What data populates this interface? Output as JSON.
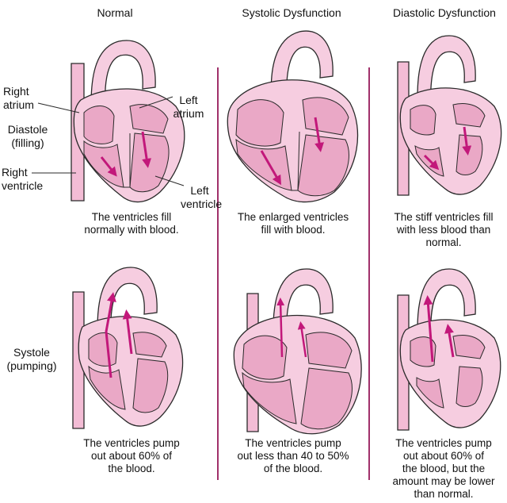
{
  "columns": {
    "normal": "Normal",
    "systolic": "Systolic Dysfunction",
    "diastolic": "Diastolic Dysfunction"
  },
  "rows": {
    "diastole": "Diastole\n(filling)",
    "systole": "Systole\n(pumping)"
  },
  "labels": {
    "right_atrium": "Right\natrium",
    "left_atrium": "Left\natrium",
    "right_ventricle": "Right\nventricle",
    "left_ventricle": "Left\nventricle"
  },
  "captions": {
    "normal_fill": "The ventricles fill\nnormally with blood.",
    "systolic_fill": "The enlarged ventricles\nfill with blood.",
    "diastolic_fill": "The stiff ventricles fill\nwith less blood than\nnormal.",
    "normal_pump": "The ventricles pump\nout about 60% of\nthe blood.",
    "systolic_pump": "The ventricles pump\nout less than 40 to 50%\nof the blood.",
    "diastolic_pump": "The ventricles pump\nout about 60% of\nthe blood, but the\namount may be lower\nthan normal."
  },
  "colors": {
    "outline": "#2a2a2a",
    "tissue": "#f6cde0",
    "chamber": "#eaa8c6",
    "vessel": "#f3bcd5",
    "arrow": "#c2187a",
    "divider": "#a0306a"
  }
}
